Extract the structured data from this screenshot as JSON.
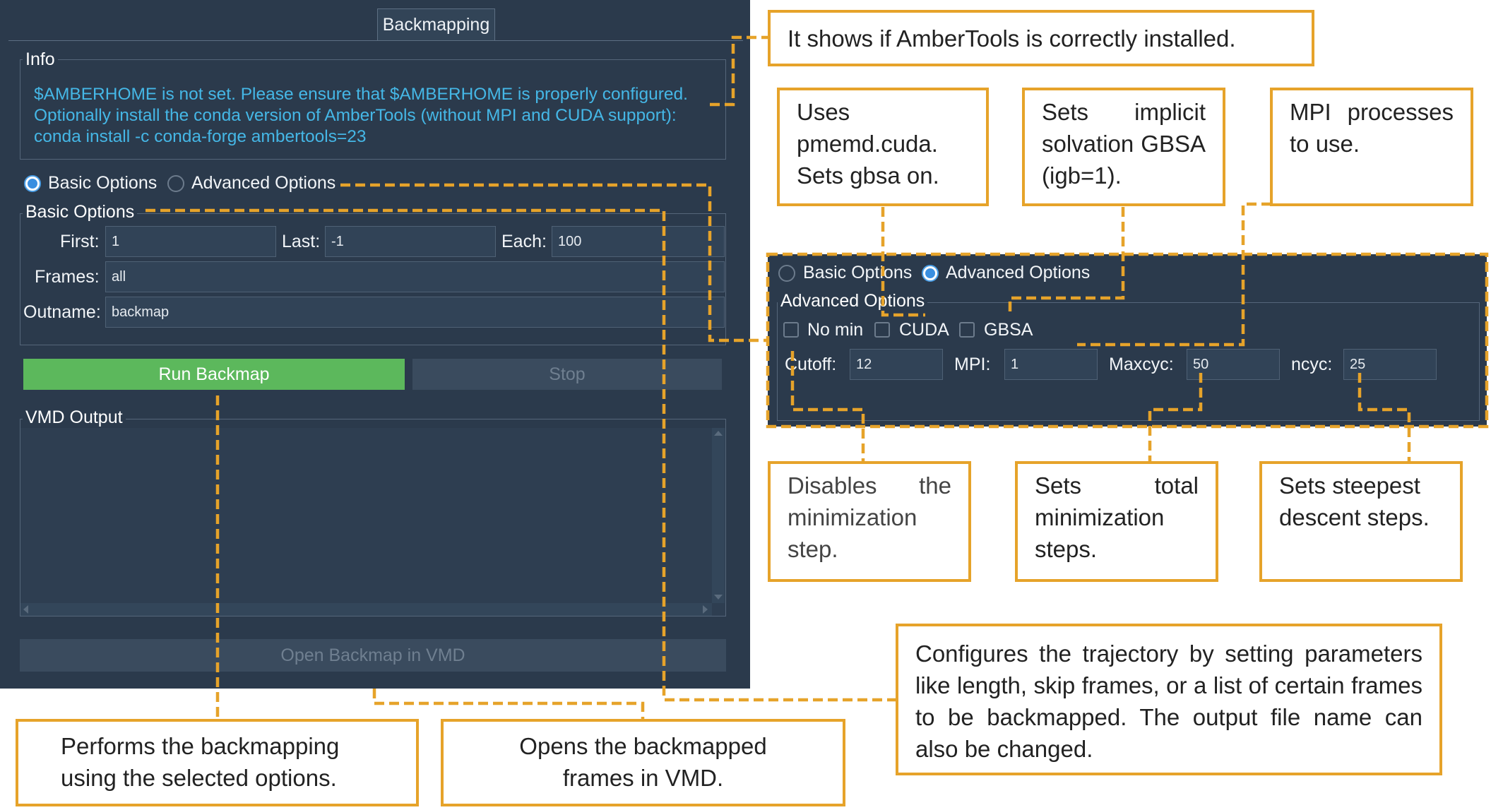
{
  "window": {
    "tab_title": "Backmapping"
  },
  "info": {
    "group_label": "Info",
    "message_lines": [
      "$AMBERHOME is not set. Please ensure that $AMBERHOME is properly configured.",
      "Optionally install the conda version of AmberTools (without MPI and CUDA support):",
      "conda install -c conda-forge ambertools=23"
    ]
  },
  "mode": {
    "basic_label": "Basic Options",
    "advanced_label": "Advanced Options",
    "selected": "Basic Options"
  },
  "basic_options": {
    "group_label": "Basic Options",
    "first_label": "First:",
    "first_value": "1",
    "last_label": "Last:",
    "last_value": "-1",
    "each_label": "Each:",
    "each_value": "100",
    "frames_label": "Frames:",
    "frames_value": "all",
    "outname_label": "Outname:",
    "outname_value": "backmap"
  },
  "actions": {
    "run_label": "Run Backmap",
    "stop_label": "Stop",
    "open_vmd_label": "Open Backmap in VMD"
  },
  "vmd_output": {
    "group_label": "VMD Output",
    "content": ""
  },
  "advanced_panel": {
    "basic_label": "Basic Options",
    "advanced_label": "Advanced Options",
    "selected": "Advanced Options",
    "group_label": "Advanced Options",
    "nomin_label": "No min",
    "cuda_label": "CUDA",
    "gbsa_label": "GBSA",
    "cutoff_label": "Cutoff:",
    "cutoff_value": "12",
    "mpi_label": "MPI:",
    "mpi_value": "1",
    "maxcyc_label": "Maxcyc:",
    "maxcyc_value": "50",
    "ncyc_label": "ncyc:",
    "ncyc_value": "25"
  },
  "callouts": {
    "ambertools": "It shows if AmberTools is correctly installed.",
    "cuda": "Uses pmemd.cuda. Sets gbsa on.",
    "gbsa": "Sets implicit solvation GBSA (igb=1).",
    "mpi": "MPI processes to use.",
    "nomin": "Disables the minimization step.",
    "maxcyc": "Sets total minimization steps.",
    "ncyc": "Sets steepest descent steps.",
    "trajectory": "Configures the trajectory by setting parameters like length, skip frames, or a list of certain frames to be backmapped. The output file name can also be changed.",
    "run": "Performs the backmapping using the selected options.",
    "open_vmd": "Opens the backmapped frames in VMD."
  },
  "colors": {
    "panel_bg": "#2b3a4c",
    "info_text": "#45b7e6",
    "run_button": "#5cb85c",
    "callout_border": "#e6a32a",
    "radio_selected": "#3a8fe0"
  }
}
